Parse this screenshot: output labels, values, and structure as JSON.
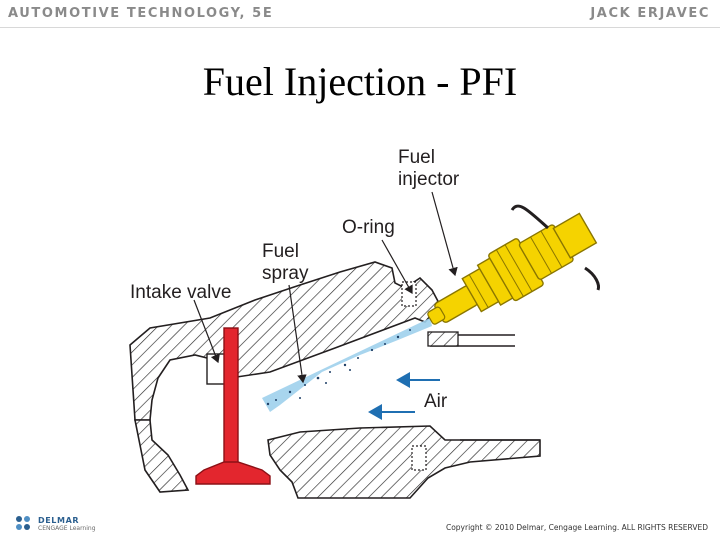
{
  "header": {
    "left": "AUTOMOTIVE TECHNOLOGY, 5E",
    "right": "JACK ERJAVEC"
  },
  "title": "Fuel Injection - PFI",
  "diagram": {
    "labels": {
      "fuel_injector_1": "Fuel",
      "fuel_injector_2": "injector",
      "o_ring": "O-ring",
      "fuel_spray_1": "Fuel",
      "fuel_spray_2": "spray",
      "intake_valve": "Intake valve",
      "air": "Air"
    },
    "colors": {
      "valve": "#e3262e",
      "injector": "#f5d300",
      "spray": "#9fd0ec",
      "air_arrow": "#1f6fb2",
      "hatch": "#2a2a2a"
    }
  },
  "footer": {
    "logo_name": "DELMAR",
    "logo_sub": "CENGAGE Learning",
    "copyright": "Copyright © 2010 Delmar, Cengage Learning. ALL RIGHTS RESERVED"
  }
}
